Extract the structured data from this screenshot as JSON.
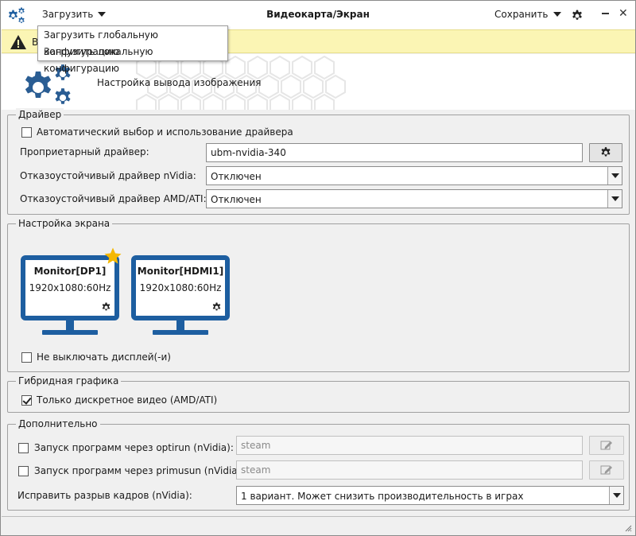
{
  "titlebar": {
    "menu_load": "Загрузить",
    "title": "Видеокарта/Экран",
    "menu_save": "Сохранить"
  },
  "warning": {
    "text": "В"
  },
  "dropdown": {
    "items": [
      "Загрузить глобальную конфигурацию",
      "Загрузить локальную конфигурацию"
    ]
  },
  "header": {
    "title": "Настройка вывода изображения"
  },
  "driver": {
    "group_title": "Драйвер",
    "auto_label": "Автоматический выбор и использование драйвера",
    "auto_checked": false,
    "proprietary_label": "Проприетарный драйвер:",
    "proprietary_value": "ubm-nvidia-340",
    "nvidia_label": "Отказоустойчивый драйвер nVidia:",
    "nvidia_value": "Отключен",
    "amd_label": "Отказоустойчивый драйвер AMD/ATI:",
    "amd_value": "Отключен"
  },
  "screen": {
    "group_title": "Настройка экрана",
    "monitors": [
      {
        "name": "Monitor[DP1]",
        "resolution": "1920x1080:60Hz",
        "primary": true
      },
      {
        "name": "Monitor[HDMI1]",
        "resolution": "1920x1080:60Hz",
        "primary": false
      }
    ],
    "keep_on_label": "Не выключать дисплей(-и)",
    "keep_on_checked": false
  },
  "hybrid": {
    "group_title": "Гибридная графика",
    "discrete_label": "Только дискретное видео (AMD/ATI)",
    "discrete_checked": true
  },
  "extra": {
    "group_title": "Дополнительно",
    "optirun_label": "Запуск программ через optirun (nVidia):",
    "optirun_value": "steam",
    "primusun_label": "Запуск программ через primusun (nVidia):",
    "primusun_value": "steam",
    "tearing_label": "Исправить разрыв кадров (nVidia):",
    "tearing_value": "1 вариант. Может снизить производительность в играх"
  },
  "colors": {
    "accent": "#1d5ea0",
    "warning_bg": "#fbf5b4",
    "star": "#f5b800"
  },
  "icons": {
    "app": "gears-icon",
    "settings": "gear-icon",
    "warning": "warning-icon",
    "edit": "pencil-icon",
    "primary": "star-icon"
  }
}
